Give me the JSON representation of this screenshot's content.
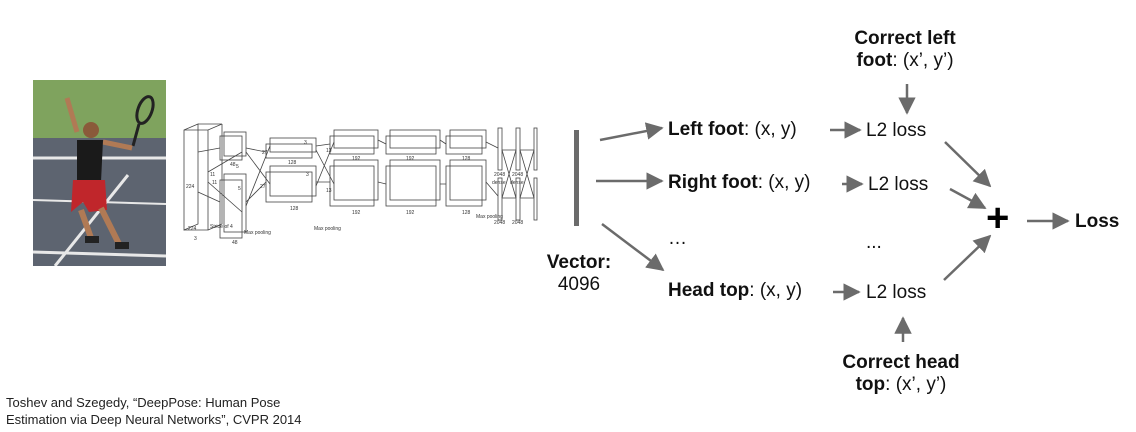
{
  "photo": {
    "court_color": "#5d6470",
    "background_color": "#7fa35e"
  },
  "network": {
    "layer_labels": [
      "Stride of 4",
      "Max pooling",
      "Max pooling",
      "Max pooling",
      "dense",
      "dense"
    ],
    "numbers": [
      "224",
      "224",
      "3",
      "11",
      "11",
      "5",
      "5",
      "48",
      "48",
      "27",
      "27",
      "128",
      "128",
      "3",
      "3",
      "192",
      "192",
      "13",
      "13",
      "192",
      "192",
      "128",
      "128",
      "2048",
      "2048",
      "2048",
      "2048"
    ]
  },
  "vector": {
    "label": "Vector:",
    "size": "4096"
  },
  "outputs": [
    {
      "name": "Left foot",
      "coords": ": (x, y)"
    },
    {
      "name": "Right foot",
      "coords": ": (x, y)"
    },
    {
      "name": "",
      "coords": "…"
    },
    {
      "name": "Head top",
      "coords": ": (x, y)"
    }
  ],
  "losses": [
    "L2 loss",
    "L2 loss",
    "...",
    "L2 loss"
  ],
  "targets": {
    "top": {
      "line1": "Correct left",
      "line2_bold": "foot",
      "line2_rest": ": (x’, y’)"
    },
    "bottom": {
      "line1": "Correct head",
      "line2_bold": "top",
      "line2_rest": ": (x’, y’)"
    }
  },
  "combine": {
    "operator": "+",
    "output": "Loss"
  },
  "citation": {
    "line1": "Toshev and Szegedy, “DeepPose: Human Pose",
    "line2": "Estimation via Deep Neural Networks”, CVPR 2014"
  },
  "colors": {
    "arrow": "#6b6b6b",
    "text": "#111111",
    "vector_bar": "#6b6b6b"
  }
}
